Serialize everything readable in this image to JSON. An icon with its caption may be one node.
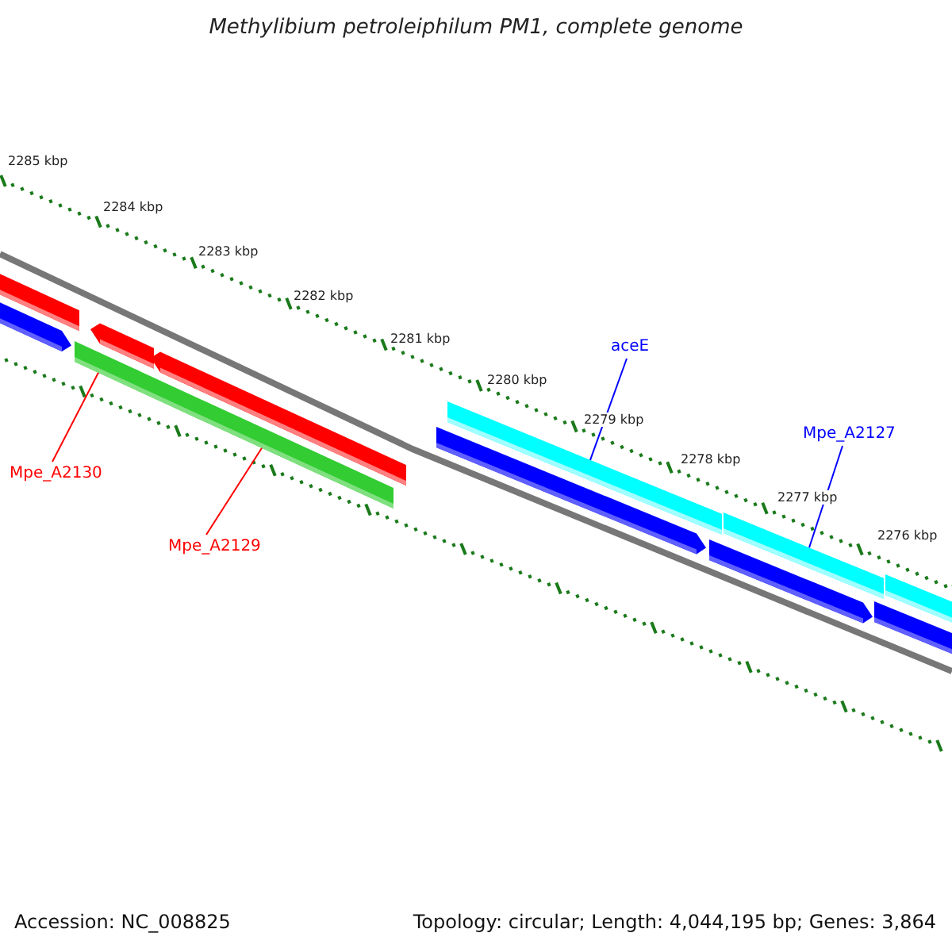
{
  "diagram": {
    "title": "Methylibium petroleiphilum PM1, complete genome",
    "nodes": [
      {
        "text": [],
        "shape": "bar"
      },
      {
        "text": [],
        "shape": "bar"
      },
      {
        "text": [],
        "shape": "bar"
      },
      {
        "text": [],
        "shape": "bar"
      },
      {
        "text": [],
        "shape": "bar"
      },
      {
        "text": [],
        "shape": "bar"
      },
      {
        "text": [],
        "shape": "bar"
      },
      {
        "text": [],
        "shape": "bar"
      },
      {
        "text": [],
        "shape": "bar"
      },
      {
        "text": [],
        "shape": "bar"
      },
      {
        "text": [],
        "shape": "bar"
      },
      {
        "text": [],
        "shape": "bar"
      },
      {
        "text": [
          "aceE"
        ]
      },
      {
        "text": [
          "Mpe_A2127"
        ]
      },
      {
        "text": [
          "Mpe_A2130"
        ]
      },
      {
        "text": [
          "Mpe_A2129"
        ]
      }
    ],
    "edges": [
      {
        "from": 14,
        "to": 2,
        "arrow": "none",
        "color": "#ff0000"
      },
      {
        "from": 15,
        "to": 4,
        "arrow": "none",
        "color": "#ff0000"
      },
      {
        "from": 12,
        "to": 7,
        "arrow": "none",
        "color": "#0000ff"
      },
      {
        "from": 13,
        "to": 9,
        "arrow": "none",
        "color": "#0000ff"
      }
    ],
    "labels": [
      "2285 kbp",
      "2284 kbp",
      "2283 kbp",
      "2282 kbp",
      "2281 kbp",
      "2280 kbp",
      "2279 kbp",
      "2278 kbp",
      "2277 kbp",
      "2276 kbp",
      "Accession: NC_008825",
      "Topology: circular; Length: 4,044,195 bp; Genes: 3,864"
    ]
  }
}
